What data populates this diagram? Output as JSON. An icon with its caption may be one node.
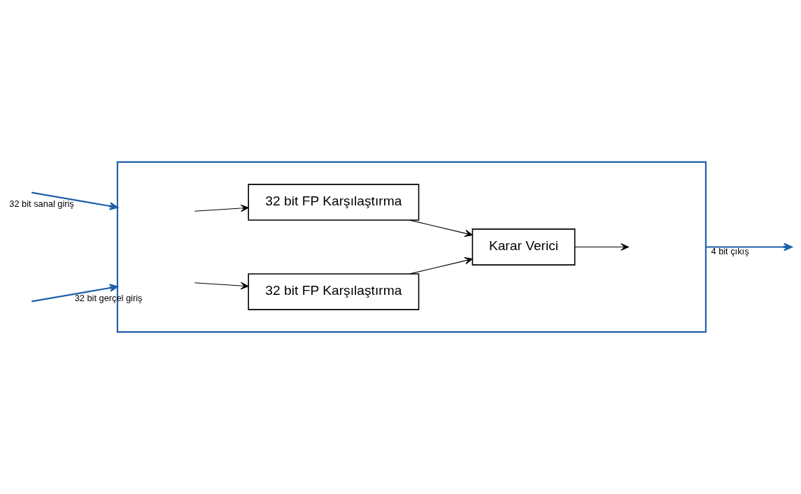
{
  "diagram": {
    "nodes": [
      {
        "text": [],
        "shape": "box"
      },
      {
        "text": [
          "32 bit FP Karşılaştırma"
        ],
        "in": 0
      },
      {
        "text": [
          "32 bit FP Karşılaştırma"
        ],
        "in": 0
      },
      {
        "text": [
          "Karar Verici"
        ],
        "in": 0
      }
    ],
    "edges": [
      {
        "from": null,
        "to": 0,
        "arrow": "to",
        "label": "32 bit sanal giriş",
        "color": "#1f5fa8"
      },
      {
        "from": null,
        "to": 0,
        "arrow": "to",
        "label": "32 bit gerçel giriş",
        "color": "#1f5fa8"
      },
      {
        "from": null,
        "to": 1,
        "arrow": "to"
      },
      {
        "from": null,
        "to": 2,
        "arrow": "to"
      },
      {
        "from": 1,
        "to": 3,
        "arrow": "to"
      },
      {
        "from": 2,
        "to": 3,
        "arrow": "to"
      },
      {
        "from": 3,
        "to": null,
        "arrow": "to"
      },
      {
        "from": 0,
        "to": null,
        "arrow": "to",
        "label": "4 bit çıkış",
        "color": "#1f5fa8"
      }
    ]
  }
}
